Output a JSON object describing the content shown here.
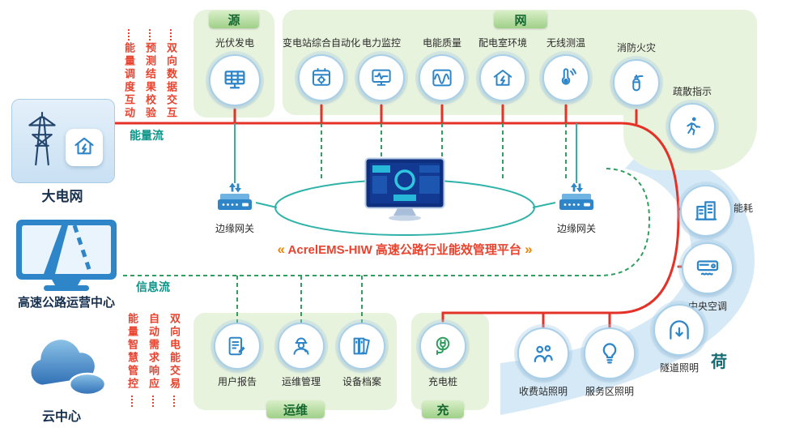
{
  "colors": {
    "energy_line": "#e53228",
    "info_line": "#2f9e5f",
    "link_line": "#2fb3a8",
    "flow_label": "#0d9488",
    "accent_blue": "#2e86c8",
    "section_green_text": "#14682f",
    "red_text": "#e8432f",
    "band_blue": "#d6e9f6",
    "box_green": "#e8f3de"
  },
  "left_column": {
    "grid": {
      "label": "大电网",
      "icon": "power-grid-icon",
      "badge_icon": "house-bolt-icon"
    },
    "operation_center": {
      "label": "高速公路运营中心",
      "icon": "monitor-road-icon"
    },
    "cloud": {
      "label": "云中心",
      "icon": "cloud-icon"
    }
  },
  "flows": {
    "energy": {
      "label": "能量流"
    },
    "info": {
      "label": "信息流"
    },
    "top_terms": [
      "能量调度互动",
      "预测结果校验",
      "双向数据交互"
    ],
    "bottom_terms": [
      "能量智慧管控",
      "自动需求响应",
      "双向电能交易"
    ]
  },
  "gateways": {
    "left": {
      "label": "边缘网关",
      "icon": "edge-gateway-icon"
    },
    "right": {
      "label": "边缘网关",
      "icon": "edge-gateway-icon"
    }
  },
  "platform": {
    "prefix": "«",
    "title": "AcrelEMS-HIW 高速公路行业能效管理平台",
    "suffix": "»"
  },
  "sections": {
    "source": {
      "title": "源",
      "items": [
        {
          "label": "光伏发电",
          "icon": "solar-panel-icon"
        }
      ]
    },
    "grid": {
      "title": "网",
      "items": [
        {
          "label": "变电站综合自动化",
          "icon": "substation-automation-icon"
        },
        {
          "label": "电力监控",
          "icon": "power-monitoring-icon"
        },
        {
          "label": "电能质量",
          "icon": "power-quality-icon"
        },
        {
          "label": "配电室环境",
          "icon": "distribution-room-icon"
        },
        {
          "label": "无线测温",
          "icon": "wireless-temperature-icon"
        },
        {
          "label": "消防火灾",
          "icon": "fire-extinguisher-icon"
        },
        {
          "label": "疏散指示",
          "icon": "evacuation-icon"
        }
      ]
    },
    "load": {
      "title": "荷",
      "items": [
        {
          "label": "能耗",
          "icon": "building-energy-icon"
        },
        {
          "label": "中央空调",
          "icon": "hvac-icon"
        },
        {
          "label": "隧道照明",
          "icon": "tunnel-lighting-icon"
        },
        {
          "label": "服务区照明",
          "icon": "service-area-lighting-icon"
        },
        {
          "label": "收费站照明",
          "icon": "toll-station-lighting-icon"
        }
      ]
    },
    "om": {
      "title": "运维",
      "items": [
        {
          "label": "用户报告",
          "icon": "user-report-icon"
        },
        {
          "label": "运维管理",
          "icon": "maintenance-icon"
        },
        {
          "label": "设备档案",
          "icon": "equipment-archive-icon"
        }
      ]
    },
    "charge": {
      "title": "充",
      "items": [
        {
          "label": "充电桩",
          "icon": "ev-charger-icon"
        }
      ]
    }
  }
}
